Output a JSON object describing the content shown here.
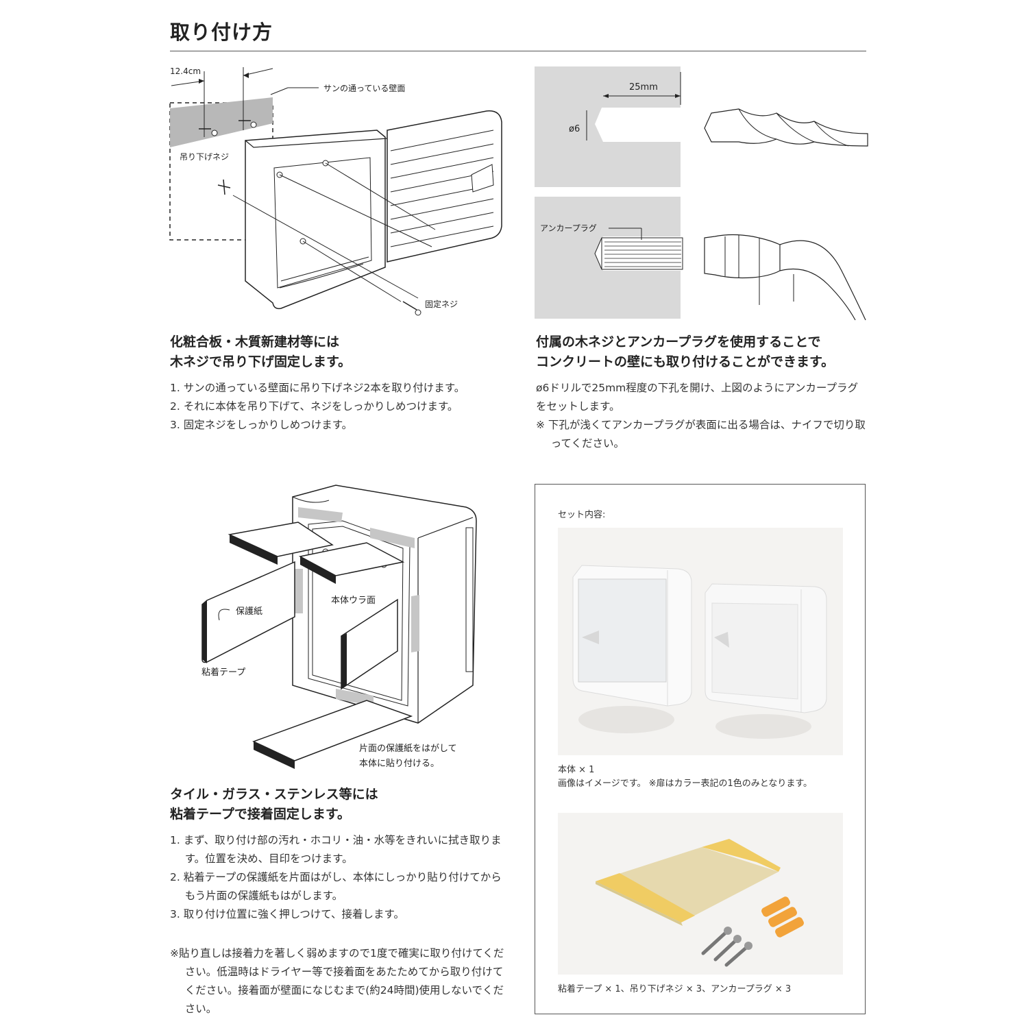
{
  "title": "取り付け方",
  "diagram1": {
    "dim": "12.4cm",
    "wall_label": "サンの通っている壁面",
    "hang_screw": "吊り下げネジ",
    "fix_screw": "固定ネジ"
  },
  "diagram2": {
    "depth": "25mm",
    "diameter": "ø6",
    "plug": "アンカープラグ"
  },
  "diagram3": {
    "protect": "保護紙",
    "back": "本体ウラ面",
    "tape": "粘着テープ",
    "peel_1": "片面の保護紙をはがして",
    "peel_2": "本体に貼り付ける。"
  },
  "section_wood": {
    "heading_1": "化粧合板・木質新建材等には",
    "heading_2": "木ネジで吊り下げ固定します。",
    "steps": [
      "1.  サンの通っている壁面に吊り下げネジ2本を取り付けます。",
      "2.  それに本体を吊り下げて、ネジをしっかりしめつけます。",
      "3.  固定ネジをしっかりしめつけます。"
    ]
  },
  "section_concrete": {
    "heading_1": "付属の木ネジとアンカープラグを使用することで",
    "heading_2": "コンクリートの壁にも取り付けることができます。",
    "para": "ø6ドリルで25mm程度の下孔を開け、上図のようにアンカープラグをセットします。",
    "note": "※ 下孔が浅くてアンカープラグが表面に出る場合は、ナイフで切り取ってください。"
  },
  "section_tape": {
    "heading_1": "タイル・ガラス・ステンレス等には",
    "heading_2": "粘着テープで接着固定します。",
    "steps": [
      "1. まず、取り付け部の汚れ・ホコリ・油・水等をきれいに拭き取ります。位置を決め、目印をつけます。",
      "2. 粘着テープの保護紙を片面はがし、本体にしっかり貼り付けてからもう片面の保護紙もはがします。",
      "3. 取り付け位置に強く押しつけて、接着します。"
    ],
    "note": "※貼り直しは接着力を著しく弱めますので1度で確実に取り付けてください。低温時はドライヤー等で接着面をあたためてから取り付けてください。接着面が壁面になじむまで(約24時間)使用しないでください。"
  },
  "set": {
    "label": "セット内容:",
    "body_cap_1": "本体 × 1",
    "body_cap_2": "画像はイメージです。 ※扉はカラー表記の1色のみとなります。",
    "parts_cap": "粘着テープ × 1、吊り下げネジ × 3、アンカープラグ × 3"
  }
}
